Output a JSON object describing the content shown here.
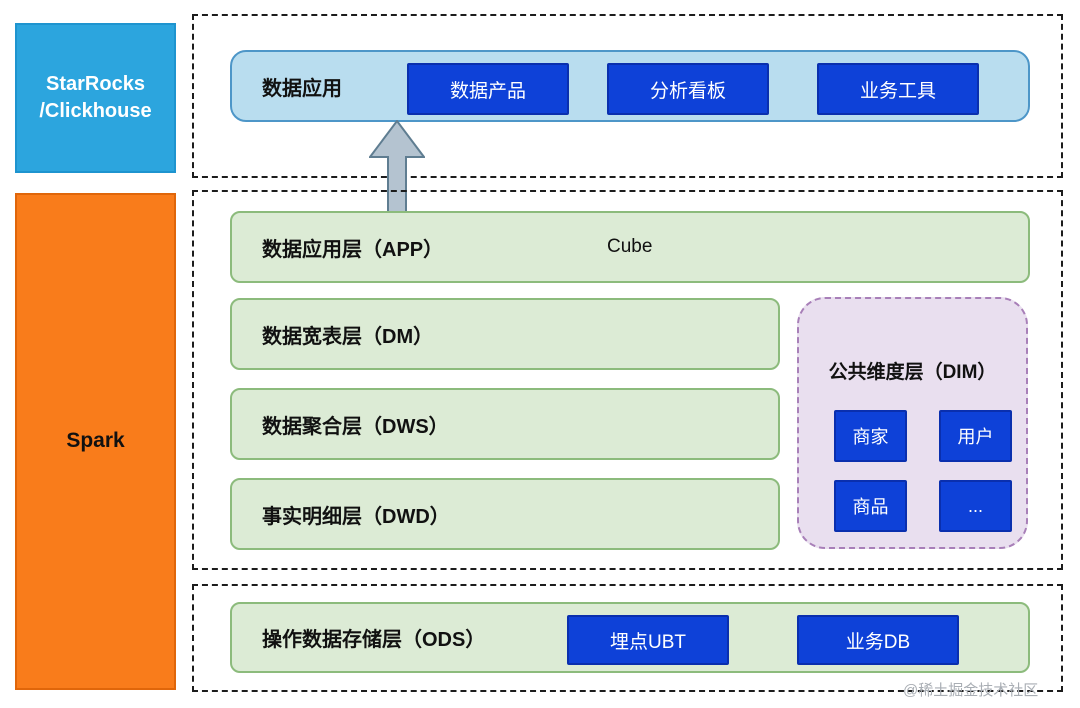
{
  "left_panel": {
    "starrocks_label_line1": "StarRocks",
    "starrocks_label_line2": "/Clickhouse",
    "spark_label": "Spark"
  },
  "app_section": {
    "bar_label": "数据应用",
    "buttons": [
      "数据产品",
      "分析看板",
      "业务工具"
    ]
  },
  "warehouse_section": {
    "app_layer": {
      "label": "数据应用层（APP）",
      "note": "Cube"
    },
    "dm_layer": {
      "label": "数据宽表层（DM）"
    },
    "dws_layer": {
      "label": "数据聚合层（DWS）"
    },
    "dwd_layer": {
      "label": "事实明细层（DWD）"
    },
    "dim_panel": {
      "title": "公共维度层（DIM）",
      "buttons": [
        "商家",
        "用户",
        "商品",
        "..."
      ]
    }
  },
  "ods_section": {
    "label": "操作数据存储层（ODS）",
    "buttons": [
      "埋点UBT",
      "业务DB"
    ]
  },
  "watermark": "@稀土掘金技术社区",
  "colors": {
    "starrocks_box": "#2ca5de",
    "spark_box": "#f97c1b",
    "button_blue": "#0e41d8",
    "button_border": "#0a2fae",
    "app_bar_fill": "#b9ddef",
    "app_bar_border": "#4d96c8",
    "green_fill": "#dcebd5",
    "green_border": "#8cbb7c",
    "dim_fill": "#e9dfef",
    "dim_border": "#a87fb8",
    "arrow_fill": "#b4c3d0",
    "arrow_border": "#5f7d91",
    "dashed_border": "#1c1c1c"
  }
}
